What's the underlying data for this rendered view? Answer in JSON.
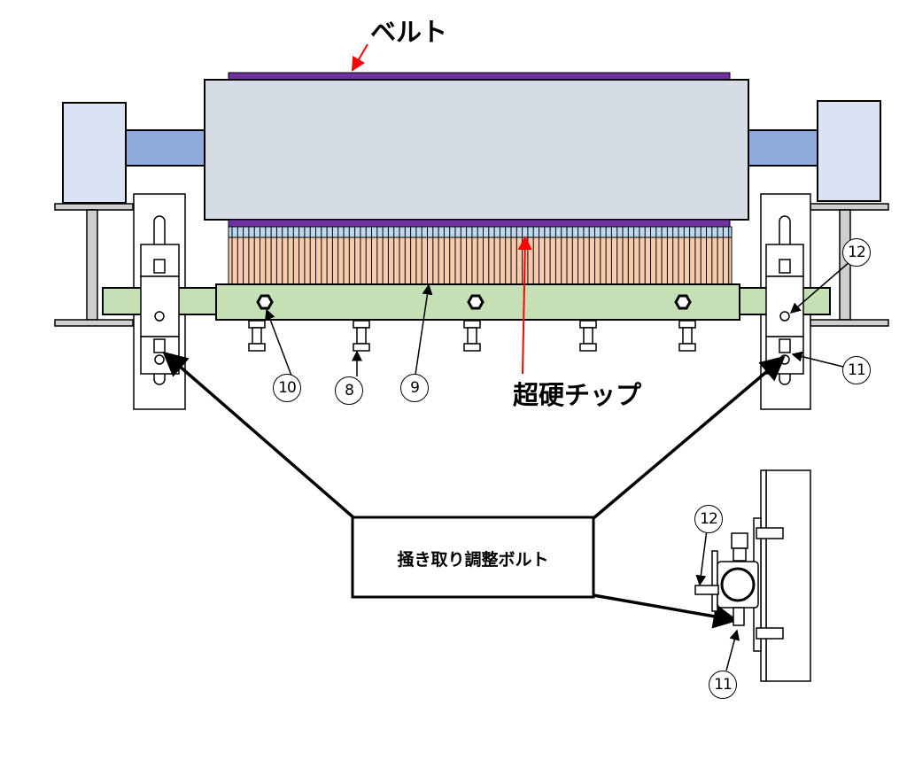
{
  "labels": {
    "belt": "ベルト",
    "carbide_tip": "超硬チップ",
    "scraper_adjust_bolt": "掻き取り調整ボルト"
  },
  "callouts": {
    "n8": "8",
    "n9": "9",
    "n10": "10",
    "n11": "11",
    "n12": "12",
    "detail_n11": "11",
    "detail_n12": "12"
  },
  "colors": {
    "belt": "#7030a0",
    "pulley": "#d6dce5",
    "shaft": "#8faadc",
    "bearing": "#dae3f3",
    "chip": "#f8cbad",
    "chip_band": "#bdd7ee",
    "blade_holder": "#c5e0b4",
    "frame": "#d0cece",
    "red_arrow": "#ff0000"
  }
}
